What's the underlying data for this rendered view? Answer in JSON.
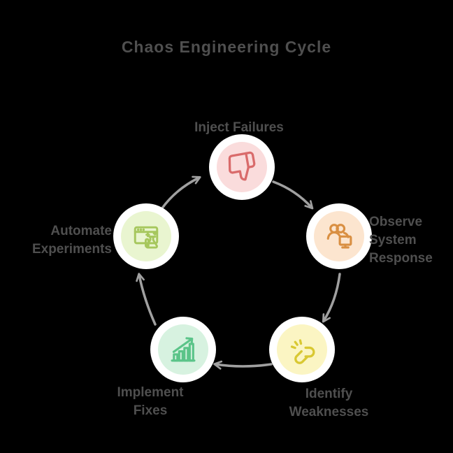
{
  "title": "Chaos Engineering Cycle",
  "diagram": {
    "type": "cycle",
    "direction": "clockwise",
    "steps": [
      "Inject Failures",
      "Observe System Response",
      "Identify Weaknesses",
      "Implement Fixes",
      "Automate Experiments"
    ]
  },
  "nodes": {
    "top": {
      "label": "Inject Failures",
      "icon": "thumbs-down-icon",
      "fill": "#fadcdc",
      "icon_color": "#d96b6b"
    },
    "right": {
      "label": "Observe System Response",
      "icon": "team-monitor-icon",
      "fill": "#fce5cf",
      "icon_color": "#d98f42"
    },
    "bottom_right": {
      "label": "Identify Weaknesses",
      "icon": "broken-link-icon",
      "fill": "#fbf5c3",
      "icon_color": "#d9c832"
    },
    "bottom_left": {
      "label": "Implement Fixes",
      "icon": "growth-chart-icon",
      "fill": "#d7f2e0",
      "icon_color": "#5bc489"
    },
    "left": {
      "label": "Automate Experiments",
      "icon": "browser-flask-icon",
      "fill": "#e9f5d0",
      "icon_color": "#a6c75d"
    }
  },
  "colors": {
    "background": "#000000",
    "text": "#4f4f4f",
    "connector": "#a0a0a0",
    "node_ring": "#ffffff"
  }
}
